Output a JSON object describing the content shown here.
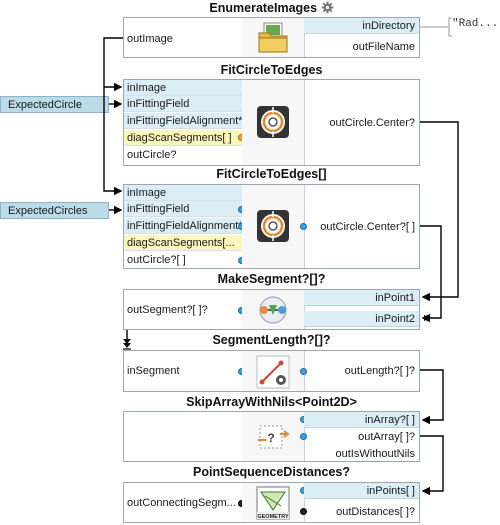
{
  "nodes": [
    {
      "title": "EnumerateImages",
      "inputs": [
        "outImage"
      ],
      "outputs": [
        "inDirectory",
        "outFileName"
      ],
      "value_preview": "\"Rad..."
    },
    {
      "title": "FitCircleToEdges",
      "inputs": [
        "inImage",
        "inFittingField",
        "inFittingFieldAlignment*",
        "diagScanSegments[ ]",
        "outCircle?"
      ],
      "outputs": [
        "outCircle.Center?"
      ]
    },
    {
      "title": "FitCircleToEdges[]",
      "inputs": [
        "inImage",
        "inFittingField",
        "inFittingFieldAlignment*",
        "diagScanSegments[...",
        "outCircle?[ ]"
      ],
      "outputs": [
        "outCircle.Center?[ ]"
      ]
    },
    {
      "title": "MakeSegment?[]?",
      "inputs": [
        "outSegment?[ ]?"
      ],
      "outputs": [
        "inPoint1",
        "inPoint2"
      ]
    },
    {
      "title": "SegmentLength?[]?",
      "inputs": [
        "inSegment"
      ],
      "outputs": [
        "outLength?[ ]?"
      ]
    },
    {
      "title": "SkipArrayWithNils<Point2D>",
      "inputs": [],
      "outputs": [
        "inArray?[ ]",
        "outArray[ ]?",
        "outIsWithoutNils"
      ]
    },
    {
      "title": "PointSequenceDistances?",
      "inputs": [
        "outConnectingSegm..."
      ],
      "outputs": [
        "inPoints[ ]",
        "outDistances[ ]?"
      ]
    }
  ],
  "external_inputs": [
    "ExpectedCircle",
    "ExpectedCircles"
  ],
  "icons": {
    "enumerate": "folder-with-images-icon",
    "fit_circle": "circle-target-icon",
    "make_segment": "make-segment-icon",
    "segment_length": "segment-length-icon",
    "skip_nils": "skip-nils-icon",
    "point_distances": "geometry-icon",
    "settings": "gear-icon"
  },
  "colors": {
    "input_port_bg": "#dbedf5",
    "diag_port_bg": "#fbf6bb",
    "port_dot": "#3aa0e0",
    "external_bg": "#bcdbe9"
  }
}
